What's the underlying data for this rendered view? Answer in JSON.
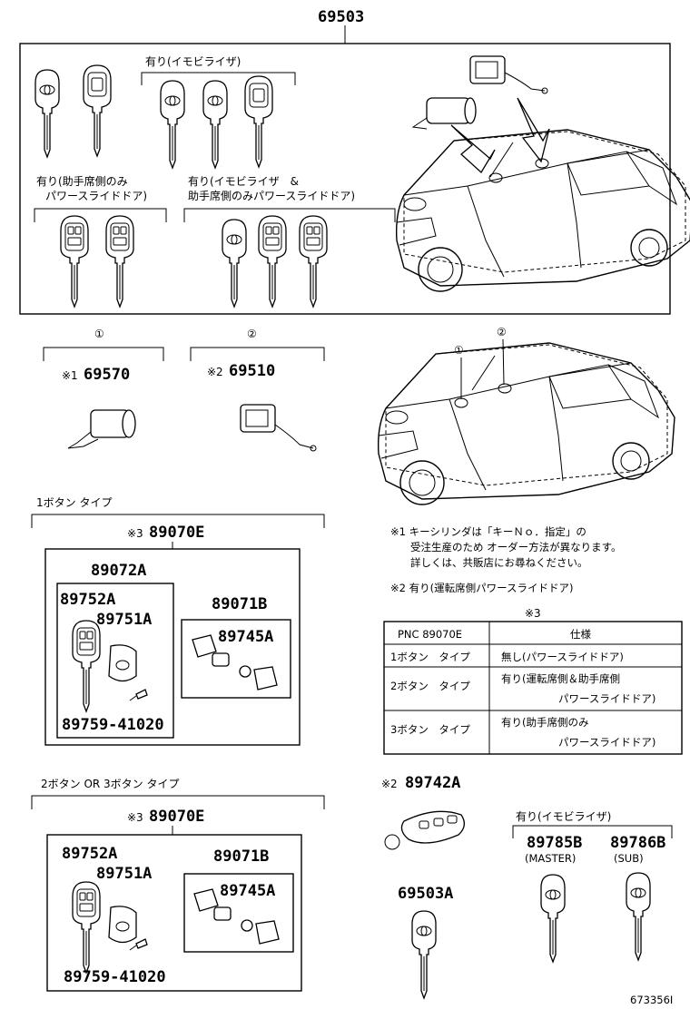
{
  "main_part": "69503",
  "section1": {
    "immobilizer": "有り(イモビライザ)",
    "psd_line1": "有り(助手席側のみ",
    "psd_line2": "パワースライドドア)",
    "both_line1": "有り(イモビライザ　&",
    "both_line2": "助手席側のみパワースライドドア)"
  },
  "cylinder1": {
    "marker": "①",
    "note": "※1",
    "part": "69570"
  },
  "cylinder2": {
    "marker": "②",
    "note": "※2",
    "part": "69510"
  },
  "car_markers": [
    "①",
    "②"
  ],
  "btn1": {
    "heading": "1ボタン タイプ",
    "note": "※3",
    "set": "89070E",
    "sub_assy": "89072A",
    "key": "89752A",
    "transmitter": "89751A",
    "screw": "89759-41020",
    "case_set": "89071B",
    "cover": "89745A"
  },
  "btn23": {
    "heading": "2ボタン OR 3ボタン タイプ",
    "note": "※3",
    "set": "89070E",
    "key": "89752A",
    "transmitter": "89751A",
    "screw": "89759-41020",
    "case_set": "89071B",
    "cover": "89745A"
  },
  "notes": {
    "n1_line1": "※1 キーシリンダは「キーＮｏ．指定」の",
    "n1_line2": "受注生産のため オーダー方法が異なります。",
    "n1_line3": "詳しくは、共販店にお尋ねください。",
    "n2": "※2 有り(運転席側パワースライドドア)"
  },
  "spec_table": {
    "caption": "※3",
    "header": [
      "PNC 89070E",
      "仕様"
    ],
    "rows": [
      {
        "pnc": "1ボタン　タイプ",
        "spec1": "無し(パワースライドドア)",
        "spec2": ""
      },
      {
        "pnc": "2ボタン　タイプ",
        "spec1": "有り(運転席側＆助手席側",
        "spec2": "パワースライドドア)"
      },
      {
        "pnc": "3ボタン　タイプ",
        "spec1": "有り(助手席側のみ",
        "spec2": "パワースライドドア)"
      }
    ]
  },
  "remote": {
    "note": "※2",
    "part": "89742A"
  },
  "key_plain": {
    "part": "69503A"
  },
  "immo_keys": {
    "heading": "有り(イモビライザ)",
    "master_part": "89785B",
    "master_label": "(MASTER)",
    "sub_part": "89786B",
    "sub_label": "(SUB)"
  },
  "figure_id": "673356I"
}
